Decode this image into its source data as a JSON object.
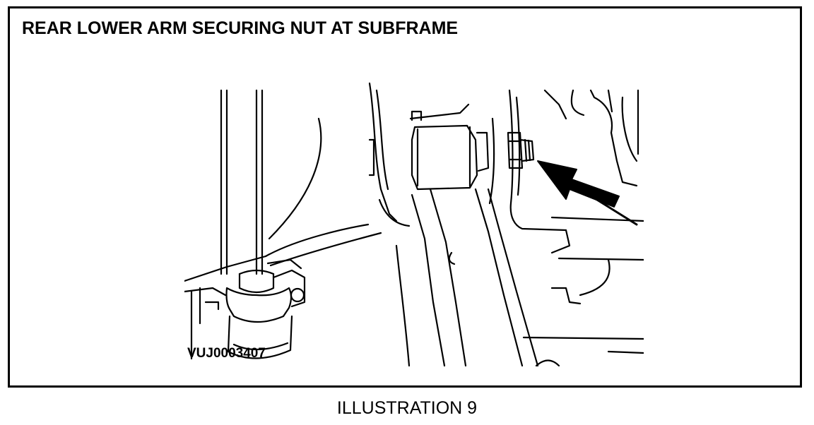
{
  "figure": {
    "title": "REAR LOWER ARM SECURING NUT AT SUBFRAME",
    "reference_code": "VUJ0003407",
    "caption": "ILLUSTRATION 9"
  },
  "colors": {
    "ink": "#000000",
    "paper": "#ffffff"
  },
  "icons": {
    "pointer": "arrow-pointer-icon"
  }
}
